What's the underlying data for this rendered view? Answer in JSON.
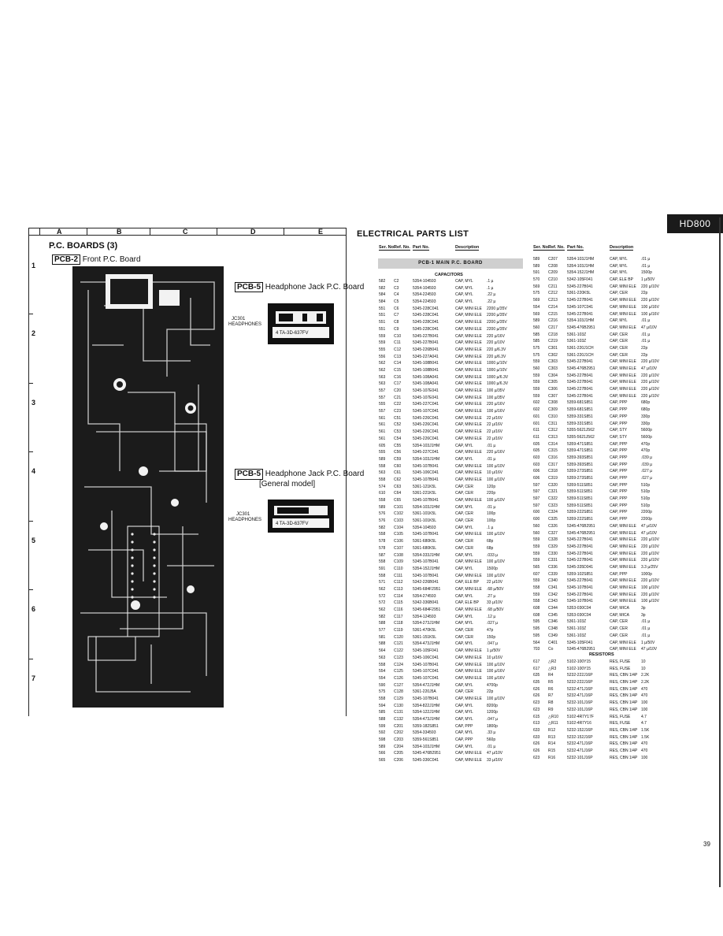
{
  "model": "HD800",
  "page_number": "39",
  "left": {
    "section_title": "P.C. BOARDS (3)",
    "grid_columns": [
      "A",
      "B",
      "C",
      "D",
      "E"
    ],
    "grid_rows": [
      "1",
      "2",
      "3",
      "4",
      "5",
      "6",
      "7"
    ],
    "pcb2": {
      "tag": "PCB-2",
      "name": "Front P.C. Board"
    },
    "pcb5a": {
      "tag": "PCB-5",
      "name": "Headphone Jack P.C. Board",
      "jack_ref": "JC301",
      "jack_name": "HEADPHONES",
      "board_code": "4 TA-3D-637FV"
    },
    "pcb5b": {
      "tag": "PCB-5",
      "name": "Headphone Jack P.C. Board",
      "name2": "[General model]",
      "jack_ref": "JC301",
      "jack_name": "HEADPHONES",
      "board_code": "4 TA-3D-637FV"
    }
  },
  "parts": {
    "title": "ELECTRICAL PARTS LIST",
    "headers": {
      "ser": "Ser. No.",
      "ref": "Ref. No.",
      "part": "Part No.",
      "desc": "Description"
    },
    "group_header": "PCB-1 MAIN P.C. BOARD",
    "capacitors_label": "CAPACITORS",
    "resistors_label": "RESISTORS",
    "left_rows": [
      [
        "582",
        "C2",
        "5354-104593",
        "CAP, MYL",
        ".1 µ"
      ],
      [
        "582",
        "C3",
        "5354-104593",
        "CAP, MYL",
        ".1 µ"
      ],
      [
        "584",
        "C4",
        "5354-224593",
        "CAP, MYL",
        ".22 µ"
      ],
      [
        "584",
        "C5",
        "5354-224593",
        "CAP, MYL",
        ".22 µ"
      ],
      [
        "551",
        "C6",
        "5345-228C041",
        "CAP, MINI ELE",
        "2200 µ/35V"
      ],
      [
        "551",
        "C7",
        "5345-228C041",
        "CAP, MINI ELE",
        "2200 µ/35V"
      ],
      [
        "551",
        "C8",
        "5345-228C041",
        "CAP, MINI ELE",
        "2200 µ/35V"
      ],
      [
        "551",
        "C9",
        "5345-228C041",
        "CAP, MINI ELE",
        "2200 µ/35V"
      ],
      [
        "559",
        "C10",
        "5345-227B041",
        "CAP, MINI ELE",
        "220 µ/16V"
      ],
      [
        "559",
        "C11",
        "5345-227B041",
        "CAP, MINI ELE",
        "220 µ/10V"
      ],
      [
        "555",
        "C12",
        "5345-226B041",
        "CAP, MINI ELE",
        "220 µ/6.3V"
      ],
      [
        "556",
        "C13",
        "5345-227A041",
        "CAP, MINI ELE",
        "220 µ/6.3V"
      ],
      [
        "562",
        "C14",
        "5345-108B041",
        "CAP, MINI ELE",
        "1000 µ/10V"
      ],
      [
        "562",
        "C15",
        "5345-108B041",
        "CAP, MINI ELE",
        "1000 µ/10V"
      ],
      [
        "563",
        "C16",
        "5345-108A041",
        "CAP, MINI ELE",
        "1000 µ/6.3V"
      ],
      [
        "563",
        "C17",
        "5345-108A041",
        "CAP, MINI ELE",
        "1000 µ/6.3V"
      ],
      [
        "557",
        "C20",
        "5345-107E041",
        "CAP, MINI ELE",
        "100 µ/35V"
      ],
      [
        "557",
        "C21",
        "5345-107E041",
        "CAP, MINI ELE",
        "100 µ/35V"
      ],
      [
        "555",
        "C22",
        "5345-227C041",
        "CAP, MINI ELE",
        "220 µ/16V"
      ],
      [
        "557",
        "C23",
        "5345-107C041",
        "CAP, MINI ELE",
        "100 µ/16V"
      ],
      [
        "561",
        "C51",
        "5345-226C041",
        "CAP, MINI ELE",
        "22 µ/16V"
      ],
      [
        "561",
        "C52",
        "5345-226C041",
        "CAP, MINI ELE",
        "22 µ/16V"
      ],
      [
        "561",
        "C53",
        "5345-226C041",
        "CAP, MINI ELE",
        "22 µ/16V"
      ],
      [
        "561",
        "C54",
        "5345-226C041",
        "CAP, MINI ELE",
        "22 µ/16V"
      ],
      [
        "605",
        "C55",
        "5354-103J1HM",
        "CAP, MYL",
        ".01 µ"
      ],
      [
        "555",
        "C56",
        "5345-227C041",
        "CAP, MINI ELE",
        "220 µ/16V"
      ],
      [
        "589",
        "C59",
        "5354-103J1HM",
        "CAP, MYL",
        ".01 µ"
      ],
      [
        "558",
        "C60",
        "5345-107B041",
        "CAP, MINI ELE",
        "100 µ/10V"
      ],
      [
        "563",
        "C61",
        "5345-106C041",
        "CAP, MINI ELE",
        "10 µ/16V"
      ],
      [
        "558",
        "C62",
        "5345-107B041",
        "CAP, MINI ELE",
        "100 µ/10V"
      ],
      [
        "574",
        "C63",
        "5361-121K5L",
        "CAP, CER",
        "120p"
      ],
      [
        "610",
        "C64",
        "5361-221K5L",
        "CAP, CER",
        "220p"
      ],
      [
        "558",
        "C65",
        "5345-107B041",
        "CAP, MINI ELE",
        "100 µ/10V"
      ],
      [
        "589",
        "C101",
        "5354-103J1HM",
        "CAP, MYL",
        ".01 µ"
      ],
      [
        "576",
        "C102",
        "5361-101K5L",
        "CAP, CER",
        "100p"
      ],
      [
        "576",
        "C103",
        "5361-101K5L",
        "CAP, CER",
        "100p"
      ],
      [
        "582",
        "C104",
        "5354-104593",
        "CAP, MYL",
        ".1 µ"
      ],
      [
        "558",
        "C105",
        "5345-107B041",
        "CAP, MINI ELE",
        "100 µ/10V"
      ],
      [
        "578",
        "C106",
        "5361-680K5L",
        "CAP, CER",
        "68p"
      ],
      [
        "578",
        "C107",
        "5361-680K5L",
        "CAP, CER",
        "68p"
      ],
      [
        "587",
        "C108",
        "5354-333J1HM",
        "CAP, MYL",
        ".033 µ"
      ],
      [
        "558",
        "C109",
        "5345-107B041",
        "CAP, MINI ELE",
        "100 µ/10V"
      ],
      [
        "591",
        "C110",
        "5354-152J1HM",
        "CAP, MYL",
        "1500p"
      ],
      [
        "558",
        "C111",
        "5345-107B041",
        "CAP, MINI ELE",
        "100 µ/10V"
      ],
      [
        "571",
        "C112",
        "5342-226B041",
        "CAP, ELE BP",
        "22 µ/10V"
      ],
      [
        "562",
        "C113",
        "5345-684F2951",
        "CAP, MINI ELE",
        ".68 µ/50V"
      ],
      [
        "572",
        "C114",
        "5354-274593",
        "CAP, MYL",
        ".27 µ"
      ],
      [
        "572",
        "C115",
        "5342-336B041",
        "CAP, ELE BP",
        "33 µ/10V"
      ],
      [
        "562",
        "C116",
        "5345-684F2951",
        "CAP, MINI ELE",
        ".68 µ/50V"
      ],
      [
        "582",
        "C117",
        "5354-124593",
        "CAP, MYL",
        ".12 µ"
      ],
      [
        "588",
        "C118",
        "5354-273J1HM",
        "CAP, MYL",
        ".027 µ"
      ],
      [
        "577",
        "C119",
        "5361-470K5L",
        "CAP, CER",
        "47p"
      ],
      [
        "581",
        "C120",
        "5361-151K5L",
        "CAP, CER",
        "150p"
      ],
      [
        "588",
        "C121",
        "5354-473J1HM",
        "CAP, MYL",
        ".047 µ"
      ],
      [
        "564",
        "C122",
        "5345-105F041",
        "CAP, MINI ELE",
        "1 µ/50V"
      ],
      [
        "563",
        "C123",
        "5345-106C041",
        "CAP, MINI ELE",
        "10 µ/16V"
      ],
      [
        "558",
        "C124",
        "5345-107B041",
        "CAP, MINI ELE",
        "100 µ/10V"
      ],
      [
        "554",
        "C125",
        "5345-107C041",
        "CAP, MINI ELE",
        "100 µ/16V"
      ],
      [
        "554",
        "C126",
        "5345-107C041",
        "CAP, MINI ELE",
        "100 µ/16V"
      ],
      [
        "590",
        "C127",
        "5354-472J1HM",
        "CAP, MYL",
        "4700p"
      ],
      [
        "575",
        "C128",
        "5361-220J5A",
        "CAP, CER",
        "22p"
      ],
      [
        "558",
        "C129",
        "5345-107B041",
        "CAP, MINI ELE",
        "100 µ/10V"
      ],
      [
        "594",
        "C130",
        "5354-822J1HM",
        "CAP, MYL",
        "8200p"
      ],
      [
        "585",
        "C131",
        "5354-122J1HM",
        "CAP, MYL",
        "1200p"
      ],
      [
        "588",
        "C132",
        "5354-473J1HM",
        "CAP, MYL",
        ".047 µ"
      ],
      [
        "599",
        "C201",
        "5359-182S851",
        "CAP, PPP",
        "1800p"
      ],
      [
        "592",
        "C202",
        "5354-334593",
        "CAP, MYL",
        ".33 µ"
      ],
      [
        "598",
        "C203",
        "5359-561S851",
        "CAP, PPP",
        "560p"
      ],
      [
        "589",
        "C204",
        "5354-103J1HM",
        "CAP, MYL",
        ".01 µ"
      ],
      [
        "566",
        "C205",
        "5345-476B2951",
        "CAP, MINI ELE",
        "47 µ/10V"
      ],
      [
        "565",
        "C206",
        "5345-336C041",
        "CAP, MINI ELE",
        "33 µ/16V"
      ]
    ],
    "right_rows": [
      [
        "589",
        "C207",
        "5354-103J1HM",
        "CAP, MYL",
        ".01 µ"
      ],
      [
        "589",
        "C208",
        "5354-103J1HM",
        "CAP, MYL",
        ".01 µ"
      ],
      [
        "591",
        "C209",
        "5354-152J1HM",
        "CAP, MYL",
        "1500p"
      ],
      [
        "570",
        "C210",
        "5342-105F041",
        "CAP, ELE BP",
        "1 µ/50V"
      ],
      [
        "569",
        "C211",
        "5345-227B041",
        "CAP, MINI ELE",
        "220 µ/10V"
      ],
      [
        "575",
        "C212",
        "5361-220K5L",
        "CAP, CER",
        "22p"
      ],
      [
        "569",
        "C213",
        "5345-227B041",
        "CAP, MINI ELE",
        "220 µ/10V"
      ],
      [
        "554",
        "C214",
        "5345-107C041",
        "CAP, MINI ELE",
        "100 µ/16V"
      ],
      [
        "569",
        "C215",
        "5345-227B041",
        "CAP, MINI ELE",
        "100 µ/16V"
      ],
      [
        "589",
        "C216",
        "5354-103J1HM",
        "CAP, MYL",
        ".01 µ"
      ],
      [
        "560",
        "C217",
        "5345-476B2951",
        "CAP, MINI ELE",
        "47 µ/10V"
      ],
      [
        "585",
        "C218",
        "5361-103Z",
        "CAP, CER",
        ".01 µ"
      ],
      [
        "585",
        "C219",
        "5361-103Z",
        "CAP, CER",
        ".01 µ"
      ],
      [
        "575",
        "C301",
        "5361-220J1CH",
        "CAP, CER",
        "22p"
      ],
      [
        "575",
        "C302",
        "5361-220J1CH",
        "CAP, CER",
        "22p"
      ],
      [
        "559",
        "C303",
        "5345-227B041",
        "CAP, MINI ELE",
        "220 µ/10V"
      ],
      [
        "560",
        "C303",
        "5345-476B2951",
        "CAP, MINI ELE",
        "47 µ/10V"
      ],
      [
        "559",
        "C304",
        "5345-227B041",
        "CAP, MINI ELE",
        "220 µ/10V"
      ],
      [
        "559",
        "C305",
        "5345-227B041",
        "CAP, MINI ELE",
        "220 µ/10V"
      ],
      [
        "559",
        "C306",
        "5345-227B041",
        "CAP, MINI ELE",
        "220 µ/10V"
      ],
      [
        "559",
        "C307",
        "5345-227B041",
        "CAP, MINI ELE",
        "220 µ/10V"
      ],
      [
        "602",
        "C308",
        "5359-681S851",
        "CAP, PPP",
        "680p"
      ],
      [
        "602",
        "C309",
        "5359-681S851",
        "CAP, PPP",
        "680p"
      ],
      [
        "601",
        "C310",
        "5359-331S851",
        "CAP, PPP",
        "330p"
      ],
      [
        "601",
        "C311",
        "5359-331S851",
        "CAP, PPP",
        "330p"
      ],
      [
        "611",
        "C312",
        "5355-5621J562",
        "CAP, STY",
        "5600p"
      ],
      [
        "611",
        "C313",
        "5355-5621J562",
        "CAP, STY",
        "5600p"
      ],
      [
        "605",
        "C314",
        "5359-471S851",
        "CAP, PPP",
        "470p"
      ],
      [
        "605",
        "C315",
        "5359-471S851",
        "CAP, PPP",
        "470p"
      ],
      [
        "603",
        "C316",
        "5359-393S851",
        "CAP, PPP",
        ".039 µ"
      ],
      [
        "603",
        "C317",
        "5359-393S851",
        "CAP, PPP",
        ".039 µ"
      ],
      [
        "606",
        "C318",
        "5359-273S851",
        "CAP, PPP",
        ".027 µ"
      ],
      [
        "606",
        "C319",
        "5359-273S851",
        "CAP, PPP",
        ".027 µ"
      ],
      [
        "597",
        "C320",
        "5359-511S851",
        "CAP, PPP",
        "510p"
      ],
      [
        "597",
        "C321",
        "5359-511S851",
        "CAP, PPP",
        "510p"
      ],
      [
        "597",
        "C322",
        "5359-511S851",
        "CAP, PPP",
        "510p"
      ],
      [
        "597",
        "C323",
        "5359-511S851",
        "CAP, PPP",
        "510p"
      ],
      [
        "600",
        "C324",
        "5359-222S851",
        "CAP, PPP",
        "2200p"
      ],
      [
        "600",
        "C325",
        "5359-222S851",
        "CAP, PPP",
        "2200p"
      ],
      [
        "560",
        "C326",
        "5345-476B2951",
        "CAP, MINI ELE",
        "47 µ/10V"
      ],
      [
        "560",
        "C327",
        "5345-476B2951",
        "CAP, MINI ELE",
        "47 µ/10V"
      ],
      [
        "559",
        "C328",
        "5345-227B041",
        "CAP, MINI ELE",
        "220 µ/10V"
      ],
      [
        "559",
        "C329",
        "5345-227B041",
        "CAP, MINI ELE",
        "220 µ/10V"
      ],
      [
        "559",
        "C330",
        "5345-227B041",
        "CAP, MINI ELE",
        "220 µ/10V"
      ],
      [
        "559",
        "C331",
        "5345-227B041",
        "CAP, MINI ELE",
        "220 µ/10V"
      ],
      [
        "565",
        "C336",
        "5345-335D041",
        "CAP, MINI ELE",
        "3.3 µ/25V"
      ],
      [
        "607",
        "C339",
        "5359-102S851",
        "CAP, PPP",
        "1000p"
      ],
      [
        "559",
        "C340",
        "5345-227B041",
        "CAP, MINI ELE",
        "220 µ/10V"
      ],
      [
        "558",
        "C341",
        "5345-107B041",
        "CAP, MINI ELE",
        "100 µ/10V"
      ],
      [
        "559",
        "C342",
        "5345-227B041",
        "CAP, MINI ELE",
        "220 µ/10V"
      ],
      [
        "558",
        "C343",
        "5345-107B041",
        "CAP, MINI ELE",
        "100 µ/10V"
      ],
      [
        "608",
        "C344",
        "5353-030C04",
        "CAP, MICA",
        "3p"
      ],
      [
        "608",
        "C345",
        "5353-030C04",
        "CAP, MICA",
        "3p"
      ],
      [
        "595",
        "C346",
        "5361-103Z",
        "CAP, CER",
        ".01 µ"
      ],
      [
        "595",
        "C348",
        "5361-103Z",
        "CAP, CER",
        ".01 µ"
      ],
      [
        "595",
        "C349",
        "5361-103Z",
        "CAP, CER",
        ".01 µ"
      ],
      [
        "564",
        "C401",
        "5345-105F041",
        "CAP, MINI ELE",
        "1 µ/50V"
      ],
      [
        "703",
        "Co",
        "5345-476B2951",
        "CAP, MINI ELE",
        "47 µ/10V"
      ]
    ],
    "resistor_rows": [
      [
        "617",
        "△R2",
        "5102-100Y15",
        "RES, FUSE",
        "10"
      ],
      [
        "617",
        "△R3",
        "5102-100Y15",
        "RES, FUSE",
        "10"
      ],
      [
        "635",
        "R4",
        "5232-222J16P",
        "RES, CBN 1/4P",
        "2.2K"
      ],
      [
        "635",
        "R5",
        "5232-222J16P",
        "RES, CBN 1/4P",
        "2.2K"
      ],
      [
        "626",
        "R6",
        "5232-471J16P",
        "RES, CBN 1/4P",
        "470"
      ],
      [
        "626",
        "R7",
        "5232-471J16P",
        "RES, CBN 1/4P",
        "470"
      ],
      [
        "623",
        "R8",
        "5232-101J16P",
        "RES, CBN 1/4P",
        "100"
      ],
      [
        "623",
        "R9",
        "5232-101J16P",
        "RES, CBN 1/4P",
        "100"
      ],
      [
        "615",
        "△R10",
        "5102-4R7Y17F",
        "RES, FUSE",
        "4.7"
      ],
      [
        "613",
        "△R11",
        "5102-4R7Y16",
        "RES, FUSE",
        "4.7"
      ],
      [
        "633",
        "R12",
        "5232-152J16P",
        "RES, CBN 1/4P",
        "1.5K"
      ],
      [
        "633",
        "R13",
        "5232-152J16P",
        "RES, CBN 1/4P",
        "1.5K"
      ],
      [
        "626",
        "R14",
        "5232-471J16P",
        "RES, CBN 1/4P",
        "470"
      ],
      [
        "626",
        "R15",
        "5232-471J16P",
        "RES, CBN 1/4P",
        "470"
      ],
      [
        "623",
        "R16",
        "5232-101J16P",
        "RES, CBN 1/4P",
        "100"
      ]
    ]
  }
}
